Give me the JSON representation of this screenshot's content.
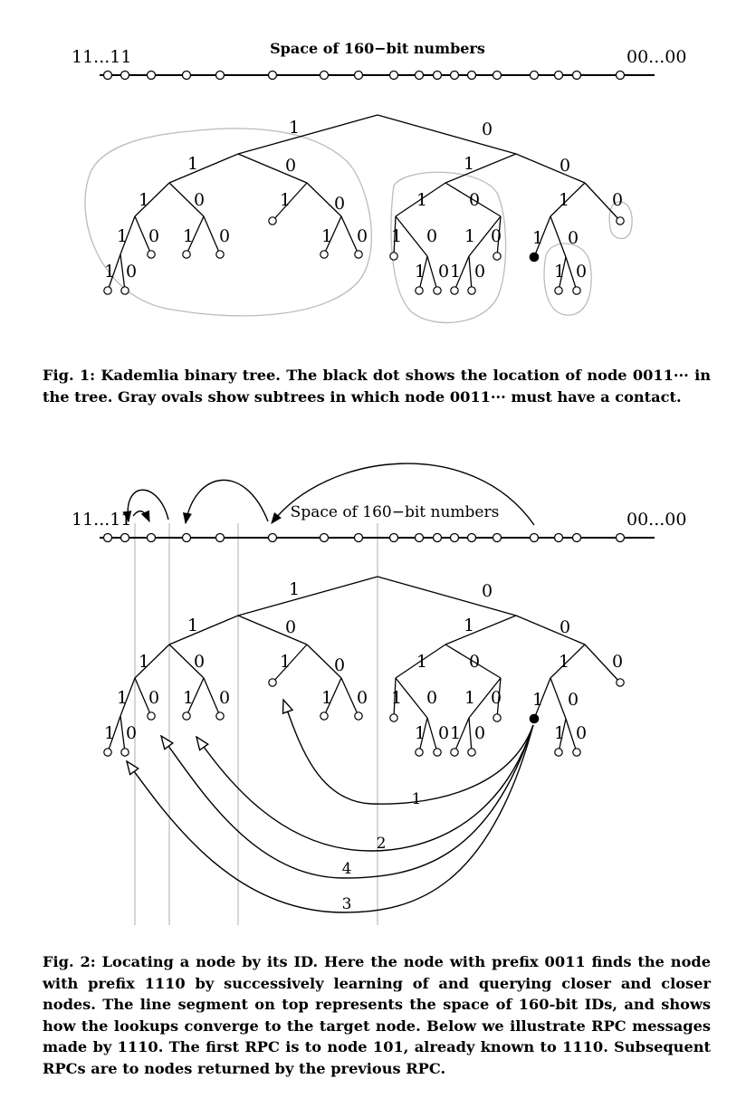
{
  "fig1": {
    "left_label": "11...11",
    "right_label": "00...00",
    "title": "Space of 160−bit numbers",
    "caption_label": "Fig. 1:",
    "caption_text": "Kademlia binary tree. The black dot shows the location of node 0011··· in the tree. Gray ovals show subtrees in which node 0011··· must have a contact."
  },
  "fig2": {
    "left_label": "11...11",
    "right_label": "00...00",
    "title": "Space of 160−bit numbers",
    "rpc_labels": [
      "1",
      "2",
      "4",
      "3"
    ],
    "caption_label": "Fig. 2:",
    "caption_text": "Locating a node by its ID. Here the node with prefix 0011 finds the node with prefix 1110 by successively learning of and querying closer and closer nodes. The line segment on top represents the space of 160-bit IDs, and shows how the lookups converge to the target node. Below we illustrate RPC messages made by 1110. The first RPC is to node 101, already known to 1110. Subsequent RPCs are to nodes returned by the previous RPC."
  },
  "tree_bits": {
    "one": "1",
    "zero": "0"
  },
  "colors": {
    "ink": "#000000",
    "gray": "#bbbbbb",
    "background": "#ffffff"
  }
}
